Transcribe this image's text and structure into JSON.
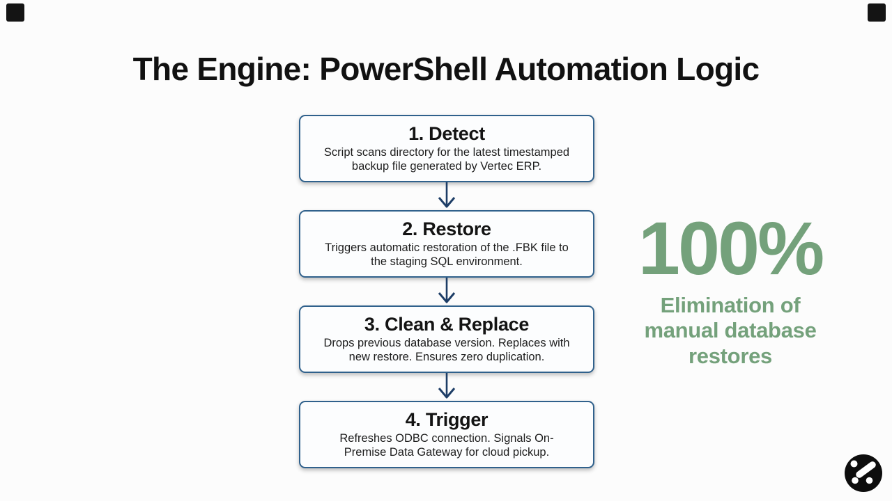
{
  "slide": {
    "title": "The Engine: PowerShell Automation Logic"
  },
  "flow": {
    "steps": [
      {
        "heading": "1. Detect",
        "body": "Script scans directory for the latest timestamped backup file generated by Vertec ERP.",
        "lines": [
          "Script scans directory for the latest timestamped",
          "backup file generated by Vertec ERP."
        ]
      },
      {
        "heading": "2. Restore",
        "body": "Triggers automatic restoration of the .FBK file to the staging SQL environment.",
        "lines": [
          "Triggers automatic restoration of the .FBK file to",
          "the staging SQL environment."
        ]
      },
      {
        "heading": "3. Clean & Replace",
        "body": "Drops previous database version. Replaces with new restore. Ensures zero duplication.",
        "lines": [
          "Drops previous database version. Replaces with",
          "new restore. Ensures zero duplication."
        ]
      },
      {
        "heading": "4. Trigger",
        "body": "Refreshes ODBC connection. Signals On-Premise Data Gateway for cloud pickup.",
        "lines": [
          "Refreshes ODBC connection. Signals On-",
          "Premise Data Gateway for cloud pickup."
        ]
      }
    ]
  },
  "stat": {
    "value": "100%",
    "label_lines": [
      "Elimination of",
      "manual database",
      "restores"
    ]
  },
  "icons": {
    "flow_connector": "arrow-down-icon",
    "brand": "percent-dots-logo"
  },
  "colors": {
    "accent_green": "#74a17b",
    "box_border_blue": "#30618c",
    "arrow_navy": "#1d3d66",
    "title_black": "#111111",
    "corner_black": "#141414"
  }
}
